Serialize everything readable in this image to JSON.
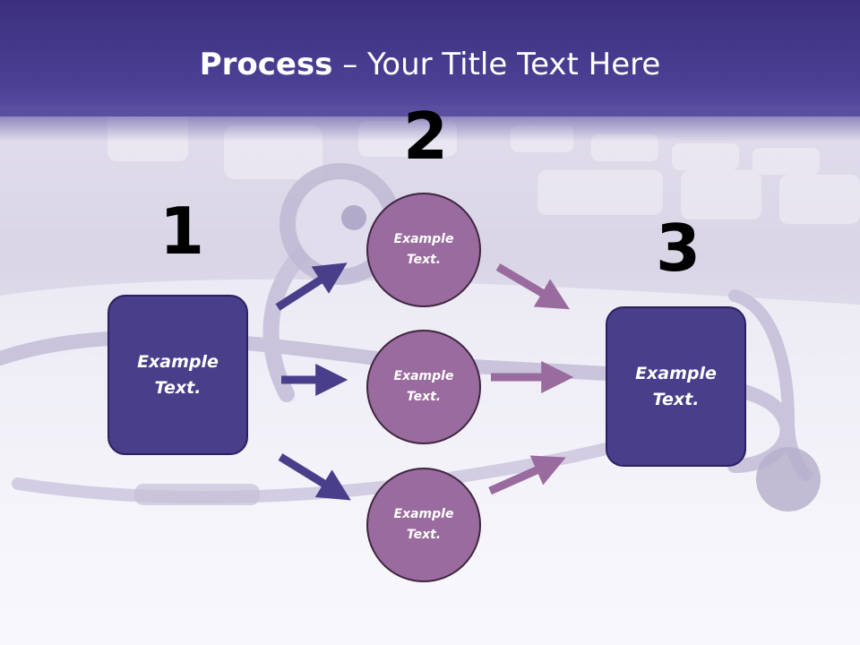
{
  "slide": {
    "title_bold": "Process",
    "title_rest": " – Your Title Text Here",
    "step_numbers": [
      "1",
      "2",
      "3"
    ],
    "left_box": {
      "text": "Example\nText."
    },
    "right_box": {
      "text": "Example\nText."
    },
    "circles": [
      {
        "text": "Example\nText."
      },
      {
        "text": "Example\nText."
      },
      {
        "text": "Example\nText."
      }
    ]
  },
  "colors": {
    "header": "#4b3f94",
    "box_fill": "#483e8a",
    "circle_fill": "#9a6b9e",
    "arrow_left": "#483e8a",
    "arrow_right": "#9a6b9e"
  }
}
